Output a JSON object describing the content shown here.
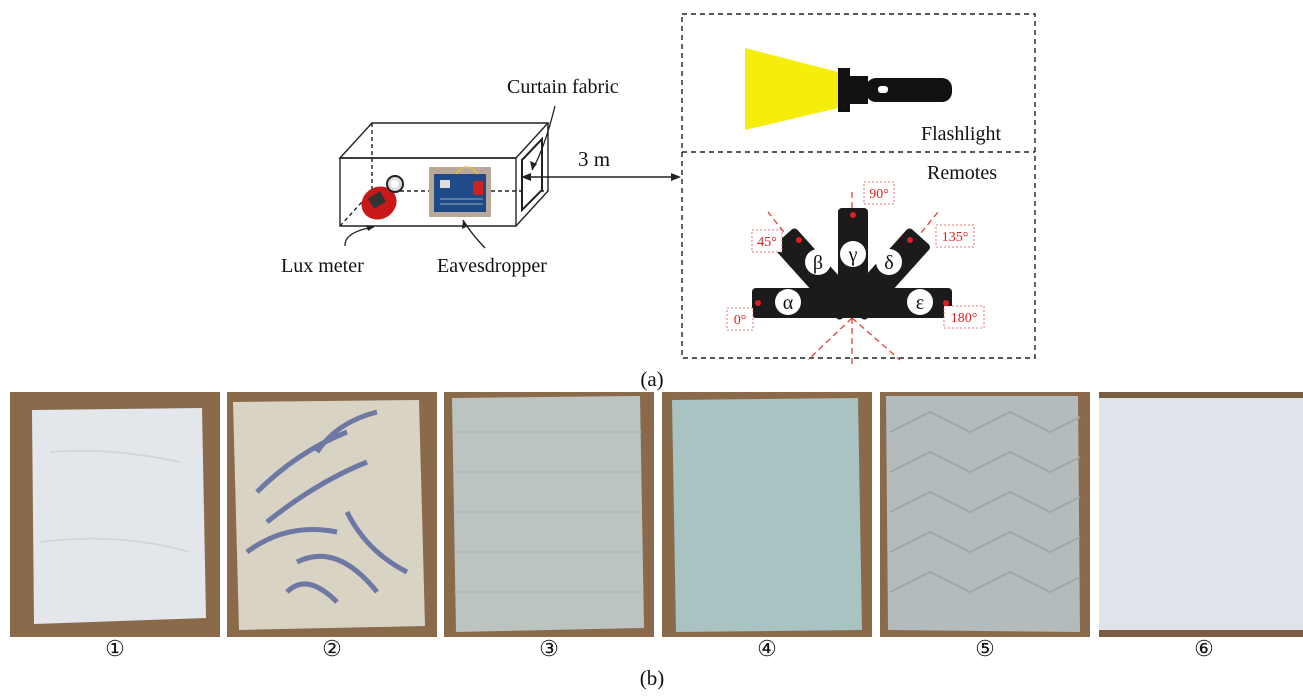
{
  "panel_a": {
    "label": "(a)",
    "curtain_label": "Curtain fabric",
    "distance_label": "3 m",
    "lux_label": "Lux meter",
    "eavesdropper_label": "Eavesdropper",
    "flashlight_label": "Flashlight",
    "remotes_label": "Remotes",
    "angles": [
      "0°",
      "45°",
      "90°",
      "135°",
      "180°"
    ],
    "remote_symbols": [
      "α",
      "β",
      "γ",
      "δ",
      "ε"
    ]
  },
  "panel_b": {
    "label": "(b)",
    "samples": [
      {
        "number": "①",
        "color": "#e3e6ea"
      },
      {
        "number": "②",
        "color": "#d9d3c3"
      },
      {
        "number": "③",
        "color": "#bcc4c2"
      },
      {
        "number": "④",
        "color": "#a9c2c2"
      },
      {
        "number": "⑤",
        "color": "#b3bbbd"
      },
      {
        "number": "⑥",
        "color": "#dfe3ea"
      }
    ]
  }
}
